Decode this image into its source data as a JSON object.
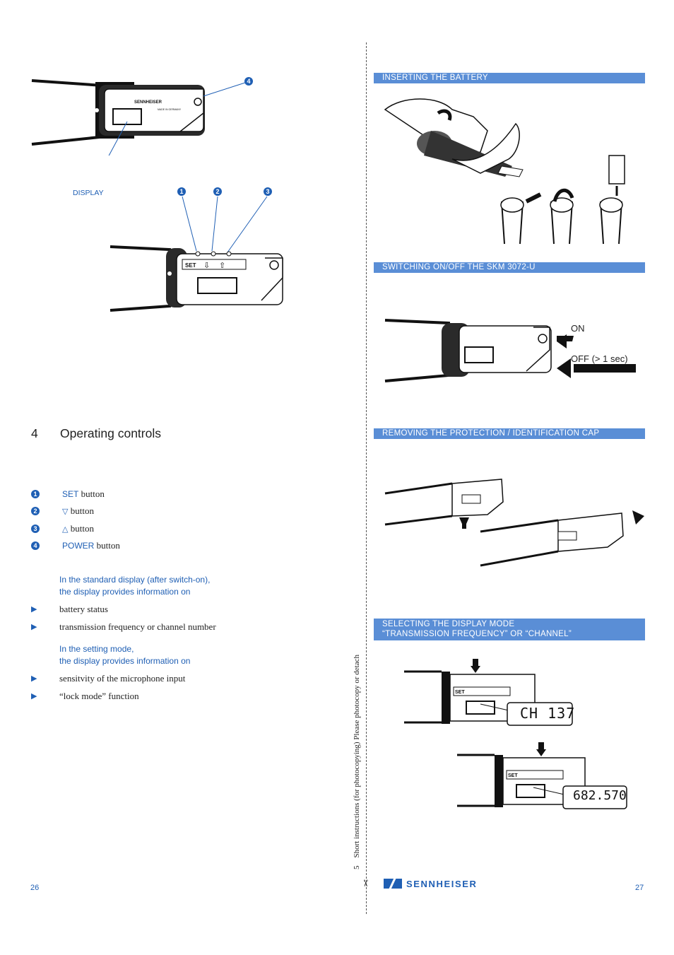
{
  "left": {
    "display_label": "DISPLAY",
    "badges": [
      "1",
      "2",
      "3",
      "4"
    ],
    "section_number": "4",
    "section_title": "Operating controls",
    "controls": [
      {
        "num": "1",
        "name": "SET",
        "suffix": " button"
      },
      {
        "num": "2",
        "name": "▽",
        "suffix": " button"
      },
      {
        "num": "3",
        "name": "△",
        "suffix": " button"
      },
      {
        "num": "4",
        "name": "POWER",
        "suffix": " button"
      }
    ],
    "standard_intro_1": "In the standard display (after switch-on),",
    "standard_intro_2": "the display provides information on",
    "standard_items": [
      "battery status",
      "transmission frequency or channel number"
    ],
    "setting_intro_1": "In the setting mode,",
    "setting_intro_2": "the display provides information on",
    "setting_items": [
      "sensitvity of the microphone input",
      "“lock mode” function"
    ],
    "page_number": "26",
    "device_labels": {
      "brand": "SENNHEISER",
      "made": "MADE IN GERMANY",
      "set": "SET"
    }
  },
  "right": {
    "sections": [
      "INSERTING THE BATTERY",
      "SWITCHING ON/OFF THE SKM 3072-U",
      "REMOVING THE PROTECTION / IDENTIFICATION CAP",
      "SELECTING THE DISPLAY MODE"
    ],
    "section4_line2": "“TRANSMISSION FREQUENCY” OR “CHANNEL”",
    "on_label": "ON",
    "off_label": "OFF (> 1 sec)",
    "lcd_channel": "CH 137",
    "lcd_frequency": "682.570",
    "logo": "SENNHEISER",
    "page_number": "27"
  },
  "margin": {
    "vertical_text": "Short instructions (for photocopying) Please photocopy or detach",
    "vertical_number": "5",
    "scissors": "✂"
  },
  "colors": {
    "accent": "#1f5fb4",
    "bar": "#5a8ed6"
  }
}
